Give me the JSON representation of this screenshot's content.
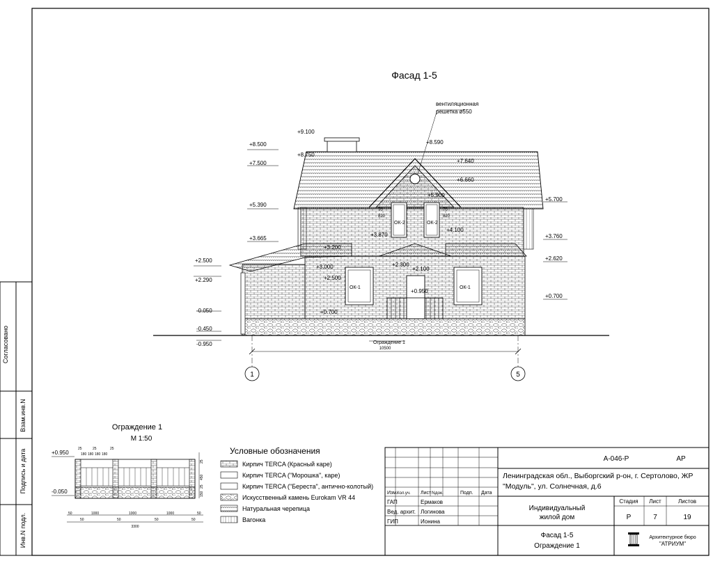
{
  "drawing": {
    "title": "Фасад 1-5",
    "vent_note_line1": "вентиляционная",
    "vent_note_line2": "решетка ø550",
    "left_levels": [
      "+9.100",
      "+8.500",
      "+8.750",
      "+7.500",
      "+5.390",
      "+3.665",
      "+2.500",
      "+2.290",
      "-0.050",
      "-0.450",
      "-0.950"
    ],
    "right_levels": [
      "+5.700",
      "+3.760",
      "+2.620",
      "+0.700"
    ],
    "inner_levels": [
      "+8.590",
      "+7.640",
      "+6.660",
      "+5.900",
      "+4.100",
      "+3.870",
      "+3.200",
      "+3.000",
      "+2.500",
      "+2.300",
      "+2.100",
      "+0.950",
      "+0.700"
    ],
    "small_dims": [
      "70",
      "820",
      "70",
      "820"
    ],
    "windows": [
      "ОК-2",
      "ОК-2",
      "ОК-1",
      "ОК-1"
    ],
    "fence_label": "Ограждение 1",
    "total_dim": "10500",
    "axes": [
      "1",
      "5"
    ]
  },
  "fence": {
    "title": "Ограждение 1",
    "scale": "М 1:50",
    "level_top": "+0.950",
    "level_bottom": "-0.050",
    "top_dims": [
      "25",
      "25",
      "25",
      "180",
      "180",
      "180",
      "180"
    ],
    "right_dims": [
      "25",
      "450",
      "25",
      "150"
    ],
    "bottom_dims": [
      "50",
      "1000",
      "1000",
      "1000",
      "50"
    ],
    "bottom_sub_dims": [
      "50",
      "50",
      "50",
      "50"
    ],
    "total": "3300"
  },
  "legend": {
    "title": "Условные обозначения",
    "items": [
      "Кирпич TERCA (Красный каре)",
      "Кирпич TERCA (\"Морошка\", каре)",
      "Кирпич TERCA (\"Береста\", антично-колотый)",
      "Искусственный камень Eurokam VR 44",
      "Натуральная черепица",
      "Вагонка"
    ]
  },
  "side_stamp": [
    "Согласовано",
    "Взам.инв.N",
    "Подпись и дата",
    "Инв.N подл."
  ],
  "title_block": {
    "code": "А-046-Р",
    "section": "АР",
    "address": "Ленинградская обл., Выборгский р-он, г. Сертолово, ЖР \"Модуль\", ул. Солнечная, д.6",
    "headers": [
      "Изм.",
      "Кол.уч.",
      "Лист",
      "Nдок.",
      "Подп.",
      "Дата"
    ],
    "roles": [
      {
        "role": "ГАП",
        "name": "Ермаков"
      },
      {
        "role": "Вед. архит.",
        "name": "Логинова"
      },
      {
        "role": "ГИП",
        "name": "Ионина"
      }
    ],
    "object_line1": "Индивидуальный",
    "object_line2": "жилой дом",
    "stage_label": "Стадия",
    "sheet_label": "Лист",
    "sheets_label": "Листов",
    "stage": "Р",
    "sheet": "7",
    "sheets": "19",
    "sheet_title1": "Фасад 1-5",
    "sheet_title2": "Ограждение 1",
    "bureau1": "Архитектурное бюро",
    "bureau2": "\"АТРИУМ\""
  }
}
